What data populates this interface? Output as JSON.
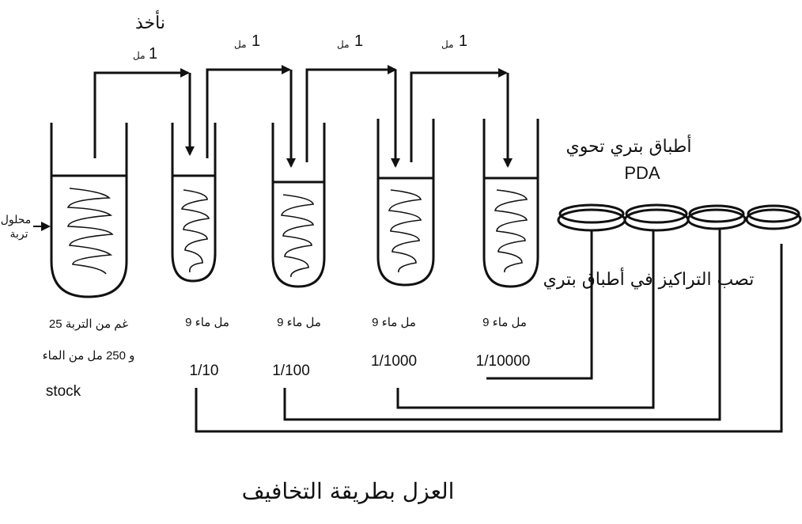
{
  "arrows": {
    "first_verb": "نأخذ",
    "transfers": [
      {
        "num": "1",
        "unit": "مل"
      },
      {
        "num": "1",
        "unit": "مل"
      },
      {
        "num": "1",
        "unit": "مل"
      },
      {
        "num": "1",
        "unit": "مل"
      }
    ]
  },
  "stock_tube": {
    "side_label_line1": "محلول",
    "side_label_line2": "تربة",
    "amount_line1": "25 غم من التربة",
    "amount_line2": "و 250 مل من الماء",
    "name": "stock"
  },
  "dilution_tubes": [
    {
      "water": "9 مل ماء",
      "dilution": "1/10"
    },
    {
      "water": "9 مل ماء",
      "dilution": "1/100"
    },
    {
      "water": "9 مل ماء",
      "dilution": "1/1000"
    },
    {
      "water": "9 مل ماء",
      "dilution": "1/10000"
    }
  ],
  "plates": {
    "title_line1": "أطباق بتري تحوي",
    "title_line2": "PDA",
    "pour_note": "تصب التراكيز في أطباق بتري",
    "count": 4
  },
  "caption": "العزل بطريقة التخافيف"
}
